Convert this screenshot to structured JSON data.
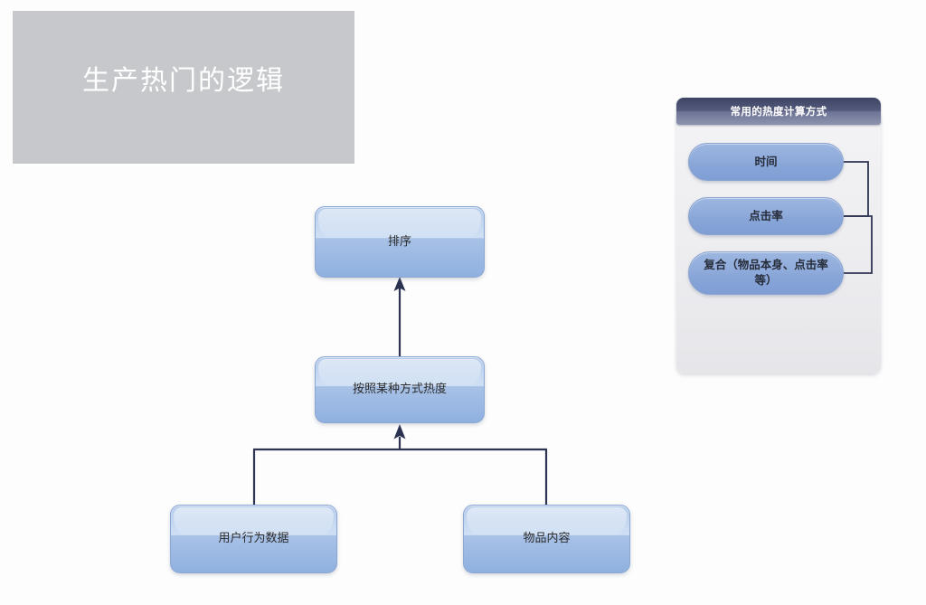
{
  "title_banner": {
    "text": "生产热门的逻辑",
    "bg_color": "#c6c8cc",
    "text_color": "#ffffff"
  },
  "flowchart": {
    "nodes": [
      {
        "id": "sort",
        "label": "排序"
      },
      {
        "id": "heat",
        "label": "按照某种方式热度"
      },
      {
        "id": "behavior",
        "label": "用户行为数据"
      },
      {
        "id": "content",
        "label": "物品内容"
      }
    ],
    "edges": [
      {
        "from": "heat",
        "to": "sort",
        "arrow": true
      },
      {
        "from": "behavior",
        "to": "heat",
        "arrow": true
      },
      {
        "from": "content",
        "to": "heat",
        "arrow": true
      }
    ],
    "node_fill": "#9dbae4",
    "node_border": "#8ba7d3",
    "connector_color": "#2e3552"
  },
  "panel": {
    "header_title": "常用的热度计算方式",
    "header_color": "#545b7d",
    "body_color": "#ededf0",
    "pill_color": "#8fabdb",
    "items": [
      {
        "label": "时间"
      },
      {
        "label": "点击率"
      },
      {
        "label": "复合（物品本身、点击率等）"
      }
    ]
  }
}
